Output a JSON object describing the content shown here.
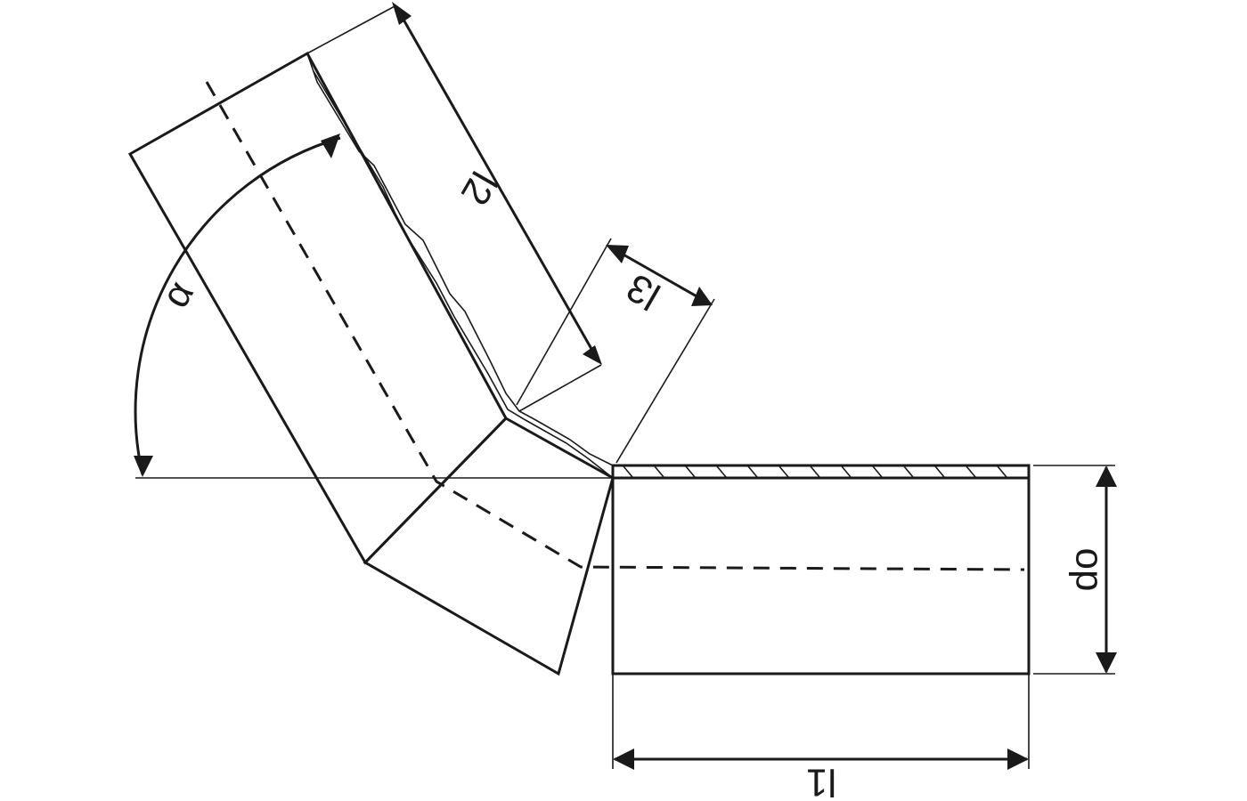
{
  "labels": {
    "alpha": "α",
    "l1": "l1",
    "l2": "l2",
    "l3": "l3",
    "do": "do"
  },
  "colors": {
    "line": "#1a1a1a",
    "background": "#ffffff"
  }
}
